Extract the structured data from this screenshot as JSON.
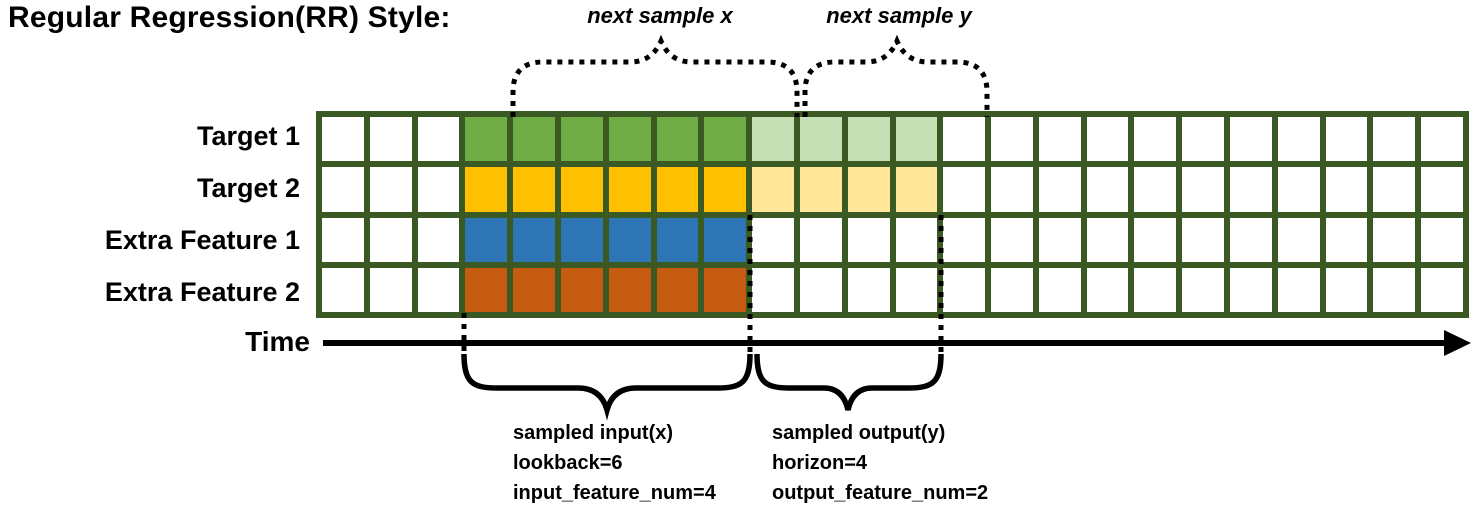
{
  "title": "Regular Regression(RR) Style:",
  "annotations": {
    "next_sample_x": "next sample x",
    "next_sample_y": "next sample y"
  },
  "grid": {
    "columns": 24,
    "blank_before": 3,
    "lookback": 6,
    "horizon": 4,
    "border_color": "#3B5A23",
    "rows": [
      {
        "label": "Target 1",
        "input_color": "#70AD47",
        "output_color": "#C5E0B4"
      },
      {
        "label": "Target 2",
        "input_color": "#FFC000",
        "output_color": "#FFE699"
      },
      {
        "label": "Extra Feature 1",
        "input_color": "#2E75B6",
        "output_color": null
      },
      {
        "label": "Extra Feature 2",
        "input_color": "#C55A11",
        "output_color": null
      }
    ]
  },
  "time_axis": {
    "label": "Time"
  },
  "sample_notes": {
    "input": {
      "line1": "sampled input(x)",
      "line2": "lookback=6",
      "line3": "input_feature_num=4"
    },
    "output": {
      "line1": "sampled output(y)",
      "line2": "horizon=4",
      "line3": "output_feature_num=2"
    }
  }
}
